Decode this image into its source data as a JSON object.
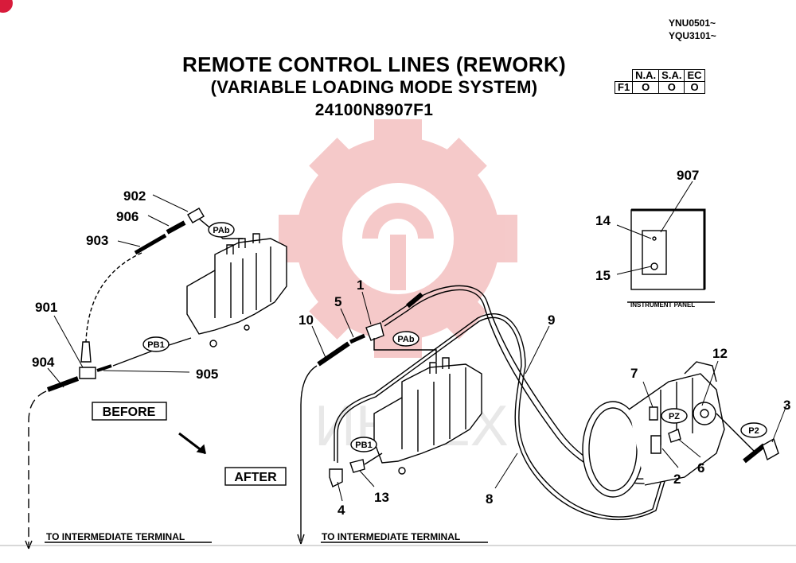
{
  "header": {
    "serial_1": "YNU0501~",
    "serial_2": "YQU3101~",
    "title_line1": "REMOTE CONTROL LINES (REWORK)",
    "title_line2": "(VARIABLE LOADING MODE SYSTEM)",
    "part_number": "24100N8907F1"
  },
  "applicability": {
    "headers": [
      "N.A.",
      "S.A.",
      "EC"
    ],
    "row_label": "F1",
    "values": [
      "O",
      "O",
      "O"
    ]
  },
  "labels": {
    "before": "BEFORE",
    "after": "AFTER",
    "to_terminal_left": "TO INTERMEDIATE TERMINAL",
    "to_terminal_right": "TO INTERMEDIATE TERMINAL",
    "instrument_panel": "INSTRUMENT PANEL",
    "watermark": "ИНТЕХ"
  },
  "ports": {
    "pab_before": "PAb",
    "pb1_before": "PB1",
    "pab_after": "PAb",
    "pb1_after": "PB1",
    "pz": "PZ",
    "p2": "P2"
  },
  "callouts": {
    "c902": "902",
    "c906": "906",
    "c903": "903",
    "c901": "901",
    "c904": "904",
    "c905": "905",
    "c907": "907",
    "c14": "14",
    "c15": "15",
    "c1": "1",
    "c5": "5",
    "c10": "10",
    "c9": "9",
    "c12": "12",
    "c7": "7",
    "c3": "3",
    "c6": "6",
    "c2": "2",
    "c8": "8",
    "c4": "4",
    "c13": "13"
  },
  "colors": {
    "ink": "#000000",
    "watermark": "#f2b8b8",
    "badge": "#d81b3b"
  }
}
